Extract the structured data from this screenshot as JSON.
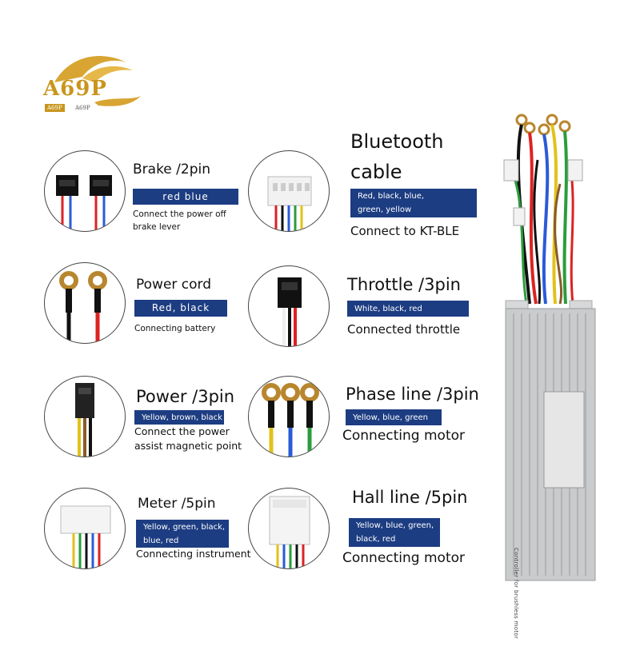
{
  "logo": {
    "brand": "A69P",
    "small_tag": "A69P",
    "small_caption": "A69P",
    "gold": "#c8961e"
  },
  "accent": "#1d3d82",
  "items": [
    {
      "title": "Brake /2pin",
      "badge_lines": [
        "red blue"
      ],
      "desc_lines": [
        "Connect the power off",
        "brake lever"
      ]
    },
    {
      "title_lines": [
        "Bluetooth",
        "cable"
      ],
      "badge_lines": [
        "Red, black, blue,",
        "green, yellow"
      ],
      "desc_lines": [
        "Connect to KT-BLE"
      ]
    },
    {
      "title": "Power cord",
      "badge_lines": [
        "Red, black"
      ],
      "desc_lines": [
        "Connecting battery"
      ]
    },
    {
      "title": "Throttle /3pin",
      "badge_lines": [
        "White, black, red"
      ],
      "desc_lines": [
        "Connected throttle"
      ]
    },
    {
      "title": "Power /3pin",
      "badge_lines": [
        "Yellow, brown, black"
      ],
      "desc_lines": [
        "Connect the power",
        "assist magnetic point"
      ]
    },
    {
      "title": "Phase line /3pin",
      "badge_lines": [
        "Yellow, blue, green"
      ],
      "desc_lines": [
        "Connecting motor"
      ]
    },
    {
      "title": "Meter /5pin",
      "badge_lines": [
        "Yellow, green, black,",
        "blue, red"
      ],
      "desc_lines": [
        "Connecting instrument"
      ]
    },
    {
      "title": "Hall line /5pin",
      "badge_lines": [
        "Yellow, blue, green,",
        "black, red"
      ],
      "desc_lines": [
        "Connecting motor"
      ]
    }
  ],
  "controller": {
    "label": "Controller for brushless motor",
    "body_color": "#c9cbcc"
  }
}
